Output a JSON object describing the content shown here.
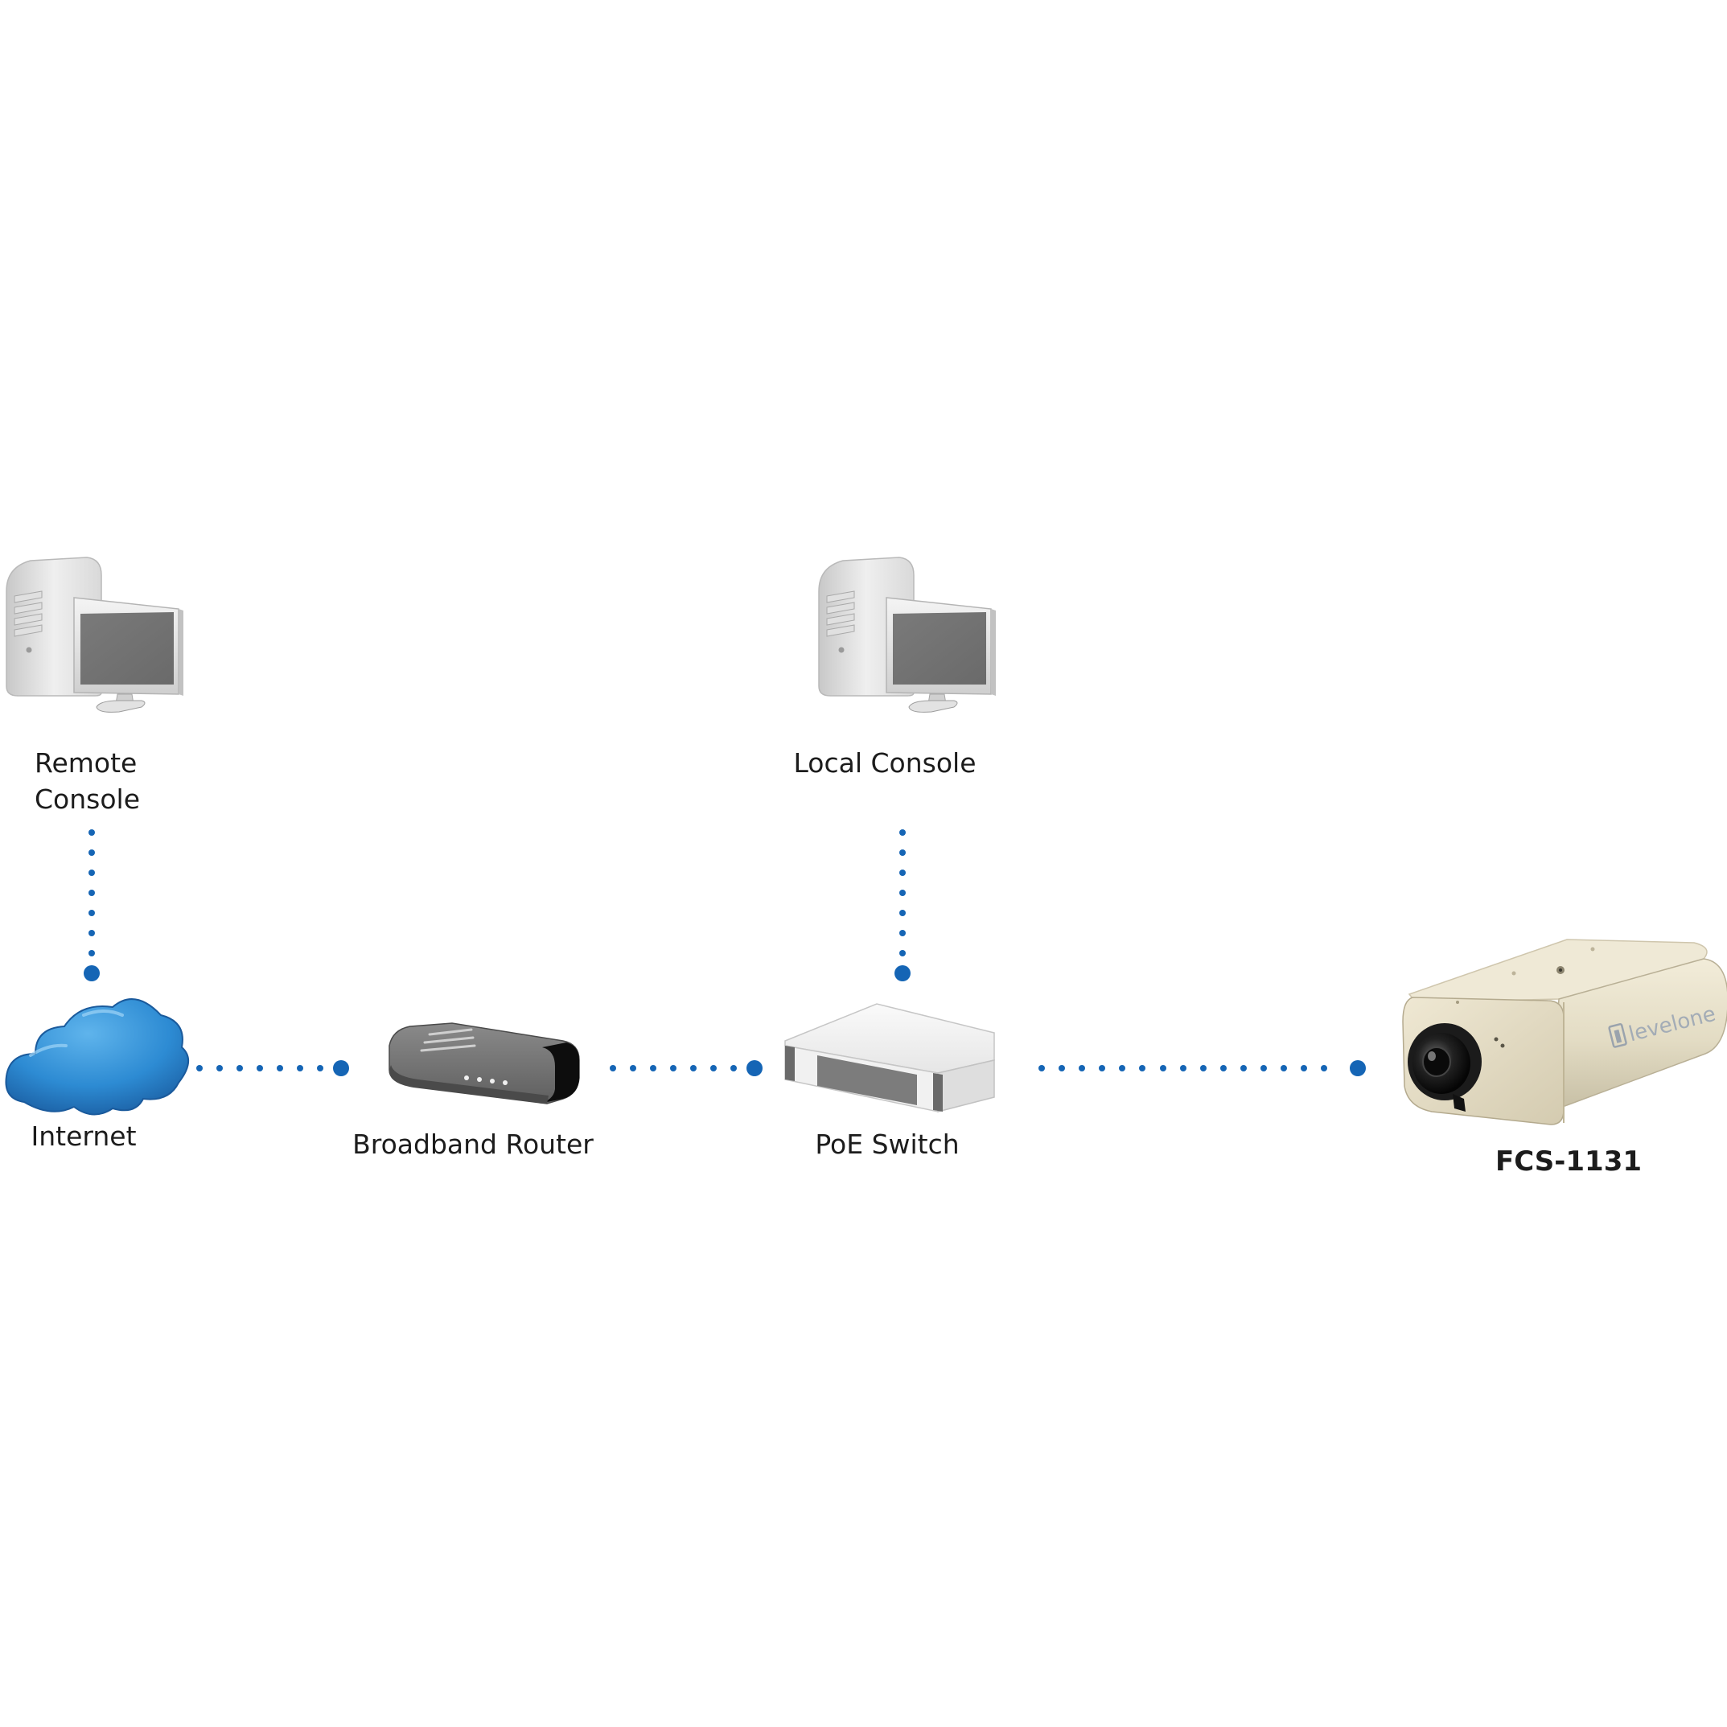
{
  "nodes": {
    "remote_console": {
      "label_line1": "Remote",
      "label_line2": "Console",
      "icon": "desktop-computer-icon"
    },
    "local_console": {
      "label": "Local Console",
      "icon": "desktop-computer-icon"
    },
    "internet": {
      "label": "Internet",
      "icon": "cloud-icon"
    },
    "broadband_router": {
      "label": "Broadband Router",
      "icon": "router-icon"
    },
    "poe_switch": {
      "label": "PoE Switch",
      "icon": "network-switch-icon"
    },
    "camera": {
      "label": "FCS-1131",
      "icon": "ip-camera-icon",
      "logo_text": "levelone"
    }
  },
  "connections": [
    {
      "from": "remote_console",
      "to": "internet",
      "style": "dotted"
    },
    {
      "from": "internet",
      "to": "broadband_router",
      "style": "dotted"
    },
    {
      "from": "broadband_router",
      "to": "poe_switch",
      "style": "dotted"
    },
    {
      "from": "local_console",
      "to": "poe_switch",
      "style": "dotted"
    },
    {
      "from": "poe_switch",
      "to": "camera",
      "style": "dotted"
    }
  ],
  "colors": {
    "connector": "#1565b5",
    "cloud": "#2d8bd3",
    "label_text": "#1c1c1c"
  }
}
